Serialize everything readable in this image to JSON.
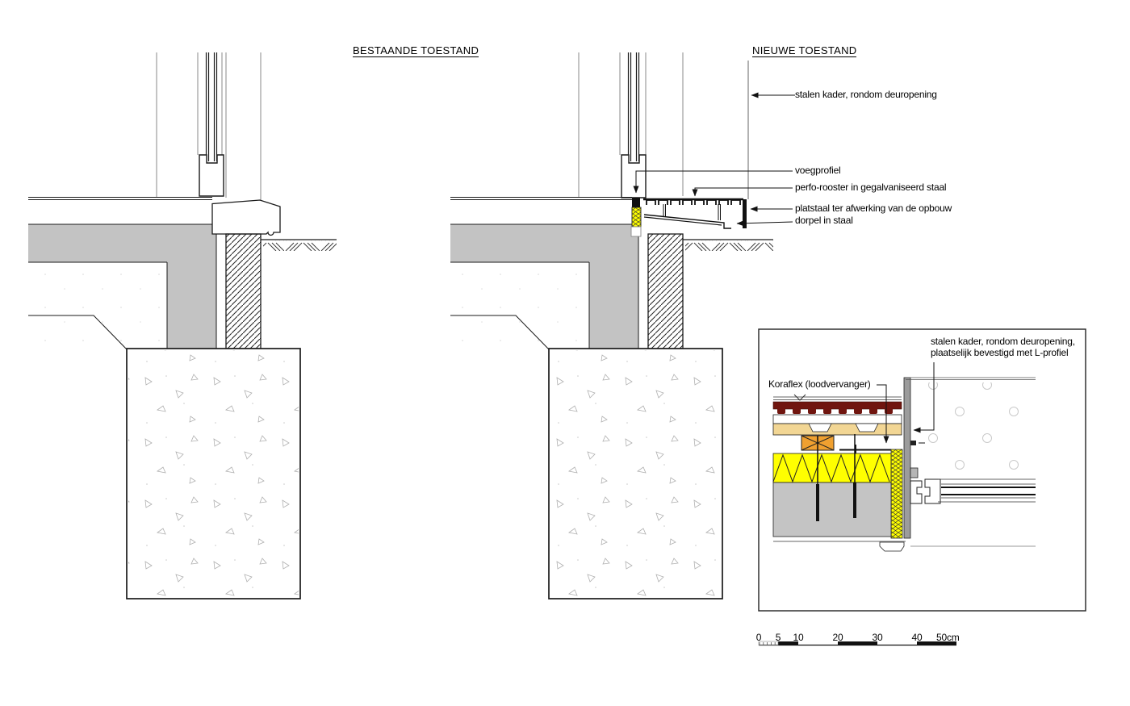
{
  "drawing": {
    "existing": {
      "title": "BESTAANDE TOESTAND"
    },
    "new": {
      "title": "NIEUWE TOESTAND",
      "labels": {
        "steel_frame": "stalen kader, rondom deuropening",
        "joint_profile": "voegprofiel",
        "perfo_grating": "perfo-rooster in gegalvaniseerd staal",
        "flat_steel": "platstaal ter afwerking van de opbouw",
        "threshold": "dorpel in staal"
      }
    },
    "inset": {
      "steel_frame_line1": "stalen kader, rondom deuropening,",
      "steel_frame_line2": "plaatselijk bevestigd met L-profiel",
      "koraflex": "Koraflex (loodvervanger)"
    },
    "scale_bar": {
      "unit_note": "cm",
      "labels": [
        "0",
        "5",
        "10",
        "20",
        "30",
        "40",
        "50cm"
      ]
    },
    "colors": {
      "insulation_yellow": "#ffff00",
      "koraflex_red": "#70150f",
      "wood_tan": "#f2d694",
      "blocking_orange": "#f0a030",
      "concrete_gray": "#c3c3c3",
      "steel_gray": "#9c9c9c"
    }
  }
}
